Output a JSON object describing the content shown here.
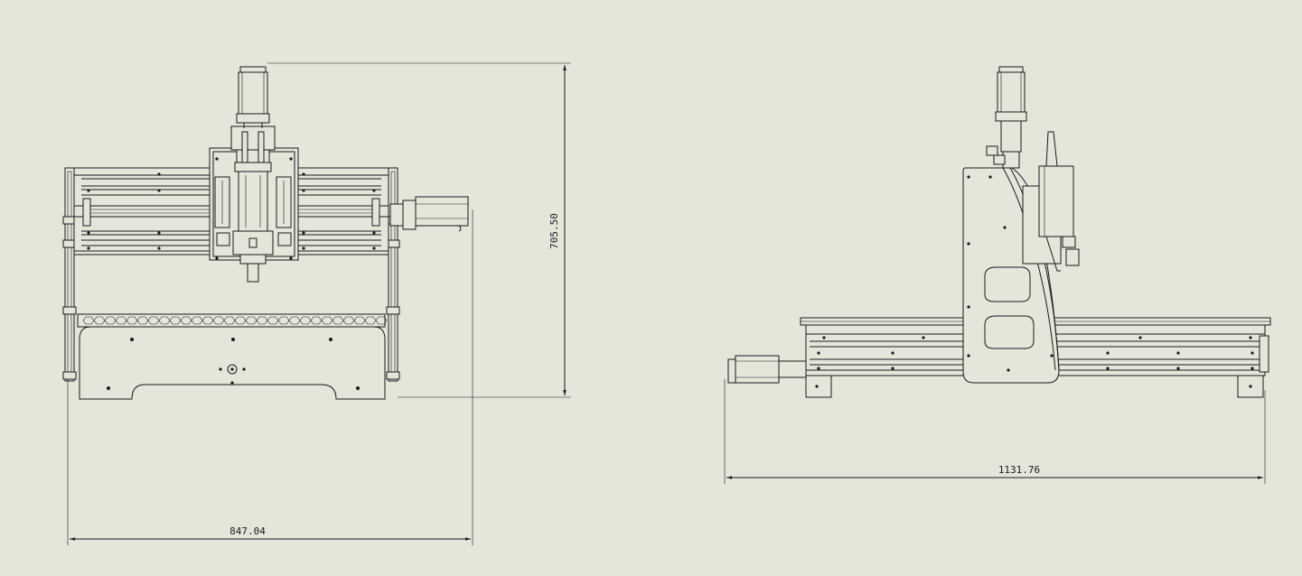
{
  "drawing": {
    "front_view": {
      "width_dimension": "847.04",
      "height_dimension": "705.50"
    },
    "side_view": {
      "width_dimension": "1131.76"
    }
  },
  "colors": {
    "background": "#e6e5da",
    "line": "#1a1a1a"
  }
}
